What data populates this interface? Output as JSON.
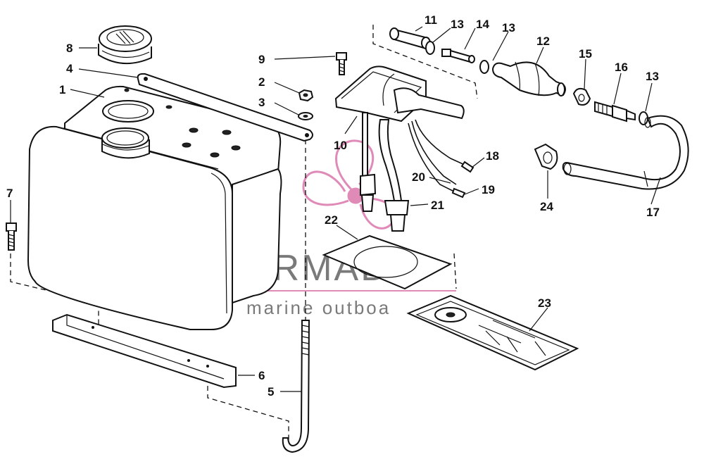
{
  "watermark": {
    "brand": "ARMADA",
    "tagline": "marine outboa",
    "brand_color": "#6f6f6f",
    "logo_color": "#e08ab8"
  },
  "callouts": [
    {
      "id": "c1",
      "text": "1"
    },
    {
      "id": "c2",
      "text": "2"
    },
    {
      "id": "c3",
      "text": "3"
    },
    {
      "id": "c4",
      "text": "4"
    },
    {
      "id": "c5",
      "text": "5"
    },
    {
      "id": "c6",
      "text": "6"
    },
    {
      "id": "c7",
      "text": "7"
    },
    {
      "id": "c8",
      "text": "8"
    },
    {
      "id": "c9",
      "text": "9"
    },
    {
      "id": "c10",
      "text": "10"
    },
    {
      "id": "c11",
      "text": "11"
    },
    {
      "id": "c12",
      "text": "12"
    },
    {
      "id": "c13a",
      "text": "13"
    },
    {
      "id": "c13b",
      "text": "13"
    },
    {
      "id": "c13c",
      "text": "13"
    },
    {
      "id": "c14",
      "text": "14"
    },
    {
      "id": "c15",
      "text": "15"
    },
    {
      "id": "c16",
      "text": "16"
    },
    {
      "id": "c17",
      "text": "17"
    },
    {
      "id": "c18",
      "text": "18"
    },
    {
      "id": "c19",
      "text": "19"
    },
    {
      "id": "c20",
      "text": "20"
    },
    {
      "id": "c21",
      "text": "21"
    },
    {
      "id": "c22",
      "text": "22"
    },
    {
      "id": "c23",
      "text": "23"
    },
    {
      "id": "c24",
      "text": "24"
    }
  ]
}
